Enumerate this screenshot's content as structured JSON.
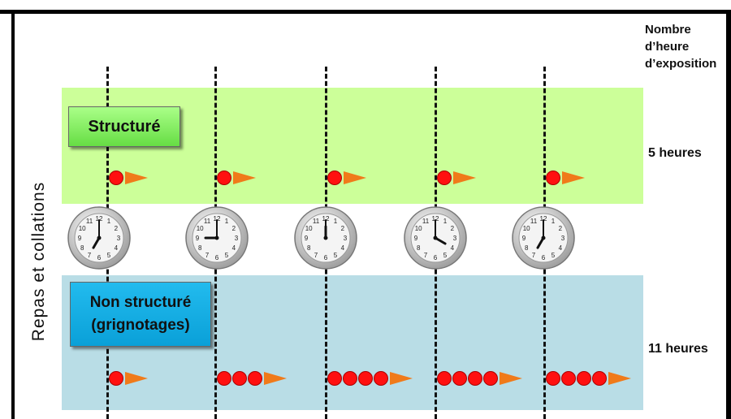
{
  "axis_label": "Repas et collations",
  "exposure_header": [
    "Nombre",
    "d’heure",
    "d’exposition"
  ],
  "rows": {
    "structured": {
      "label": "Structuré",
      "hours": "5 heures",
      "meals_per_slot": [
        1,
        1,
        1,
        1,
        1
      ]
    },
    "unstructured": {
      "label_lines": [
        "Non structuré",
        "(grignotages)"
      ],
      "hours": "11 heures",
      "meals_per_slot": [
        1,
        3,
        4,
        4,
        4
      ]
    }
  },
  "clock_times": [
    "7:00",
    "9:00",
    "12:00",
    "4:00",
    "7:00"
  ],
  "colors": {
    "structured_band": "#ccff99",
    "unstructured_band": "#b9dde6",
    "meal_dot": "#ff1010",
    "exposure_arrow": "#f07a1a"
  }
}
